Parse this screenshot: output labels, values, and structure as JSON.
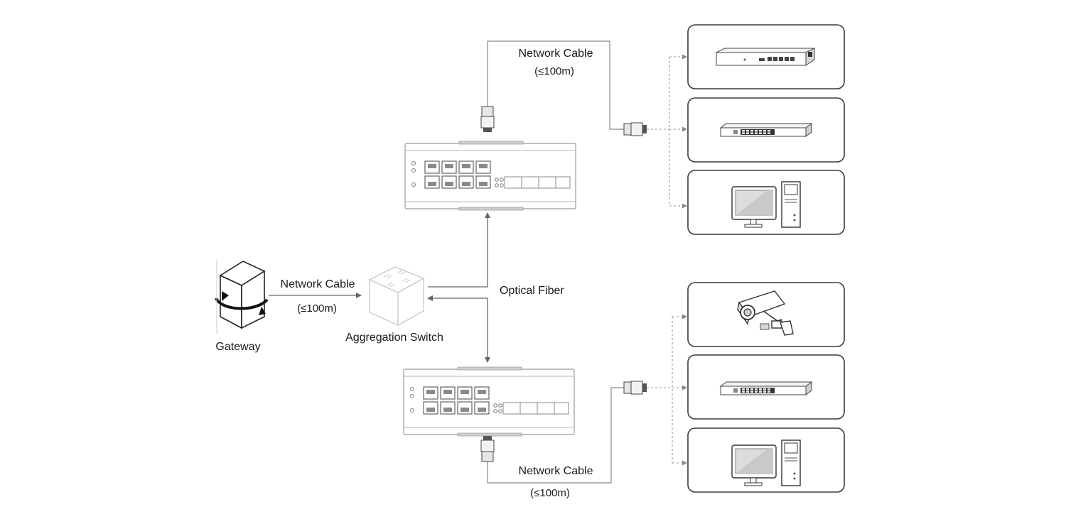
{
  "labels": {
    "cable_top": "Network Cable",
    "cable_top_len": "(≤100m)",
    "cable_gateway": "Network Cable",
    "cable_gateway_len": "(≤100m)",
    "gateway": "Gateway",
    "aggregation": "Aggregation Switch",
    "optical_fiber": "Optical Fiber",
    "cable_bottom": "Network Cable",
    "cable_bottom_len": "(≤100m)"
  },
  "nodes": {
    "gateway_icon": "gateway-server-icon",
    "aggregation_icon": "aggregation-switch-icon",
    "industrial_switch_icon": "industrial-switch-icon",
    "rj45_icon": "rj45-connector-icon"
  },
  "endpoints_top": [
    "router-icon",
    "switch-icon",
    "computer-icon"
  ],
  "endpoints_bottom": [
    "camera-icon",
    "switch-icon",
    "computer-icon"
  ],
  "colors": {
    "line": "#777777",
    "dashed": "#999999",
    "box_border": "#3a3a3a"
  }
}
